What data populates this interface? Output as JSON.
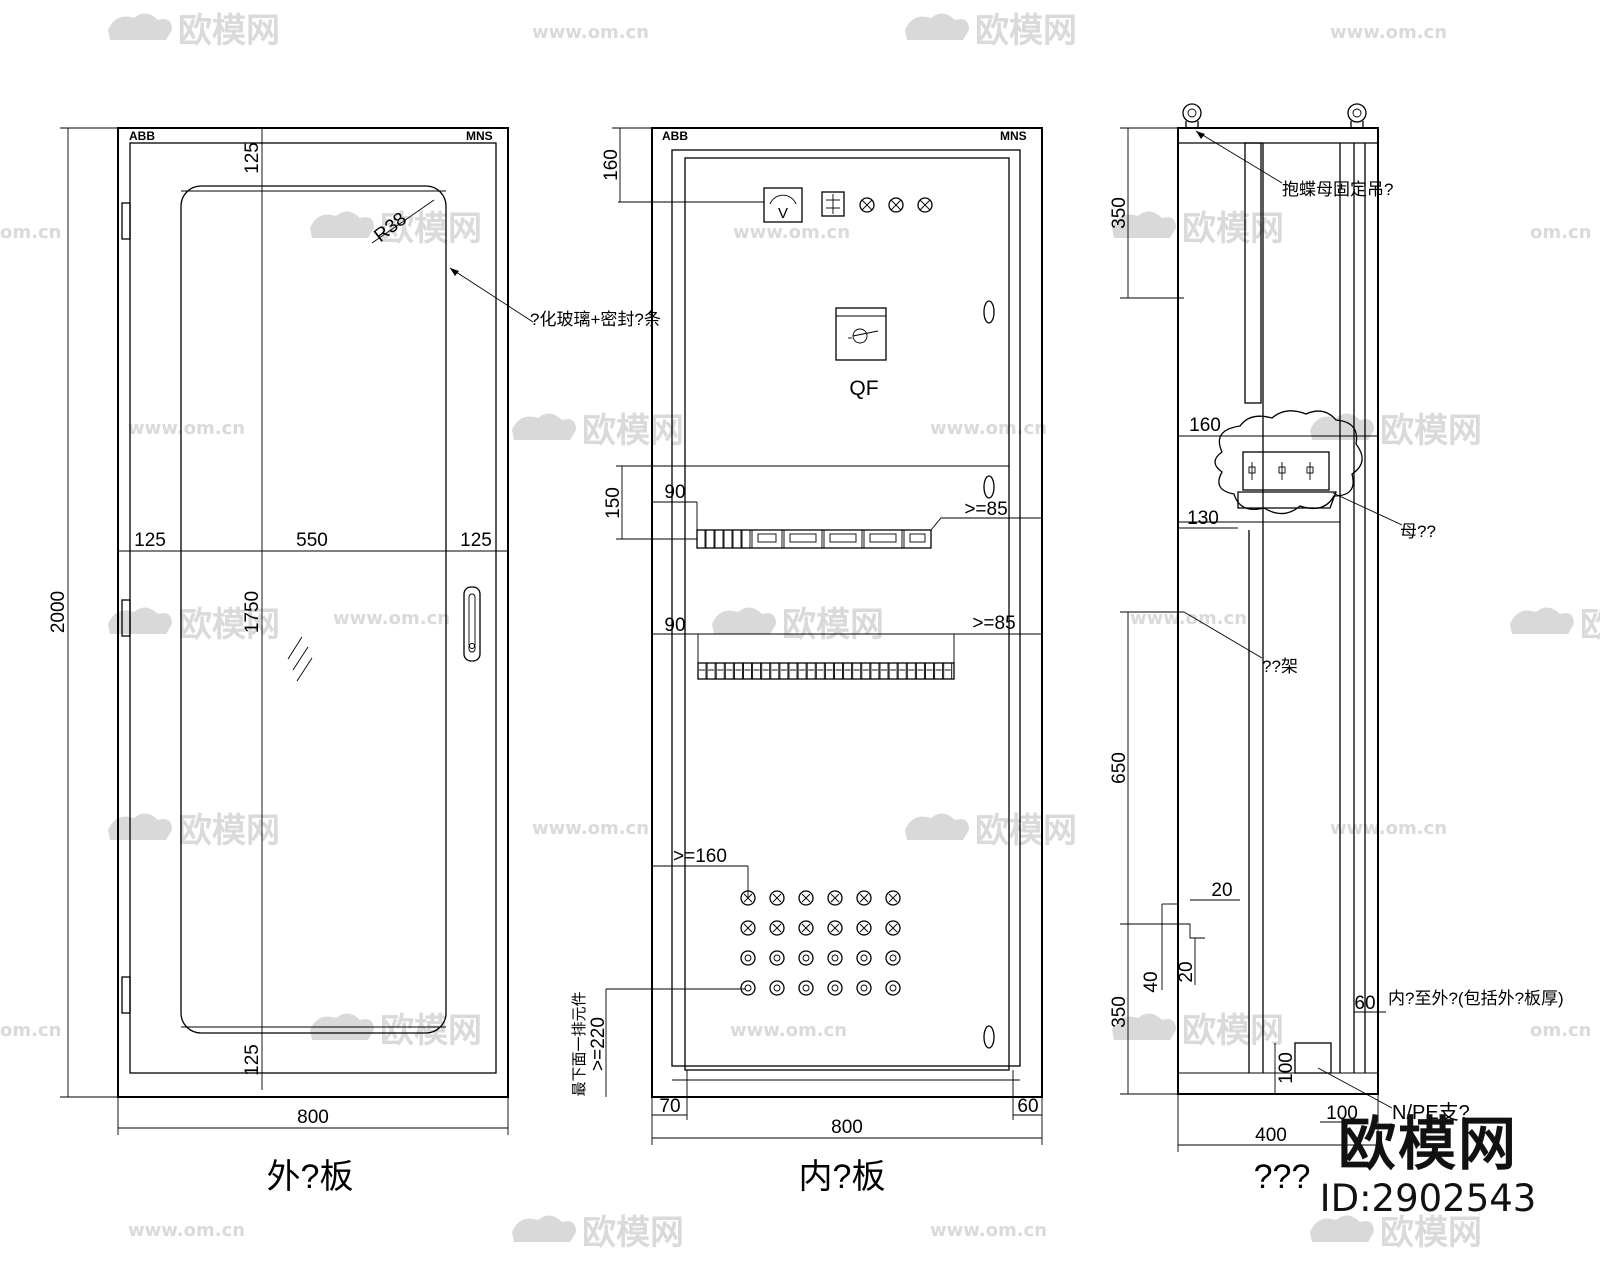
{
  "watermark": {
    "brand": "欧模网",
    "url": "www.om.cn",
    "url_fragment": "om.cn"
  },
  "corner_logo": {
    "name": "欧模网",
    "id": "ID:2902543"
  },
  "front_view": {
    "title": "外?板",
    "brand_left": "ABB",
    "brand_right": "MNS",
    "dim_height_total": "2000",
    "dim_top": "125",
    "dim_glass_height": "1750",
    "dim_bottom": "125",
    "dim_left": "125",
    "dim_glass_width": "550",
    "dim_right": "125",
    "dim_width_total": "800",
    "radius": "R38",
    "glass_callout": "?化玻璃+密封?条"
  },
  "inner_view": {
    "title": "内?板",
    "brand_left": "ABB",
    "brand_right": "MNS",
    "dim_top": "160",
    "dim_row1_height": "150",
    "dim_row1_offset": "90",
    "dim_row1_clear": ">=85",
    "dim_row2_offset": "90",
    "dim_row2_clear": ">=85",
    "dim_terminals": ">=160",
    "dim_bottom_label": "最下面一排元件",
    "dim_bottom_value": ">=220",
    "dim_left_margin": "70",
    "dim_right_margin": "60",
    "dim_width_total": "800",
    "meter_symbol": "V",
    "switch_label": "QF"
  },
  "side_view": {
    "title": "???",
    "dim_top": "350",
    "dim_busbar_depth": "160",
    "dim_busbar_offset": "130",
    "dim_middle": "650",
    "dim_gap_a": "20",
    "dim_gap_b": "20",
    "dim_gap_c": "40",
    "dim_bottom": "350",
    "dim_depth_inner": "60",
    "dim_npe_h": "100",
    "dim_npe_w": "100",
    "dim_depth_total": "400",
    "callout_busbar_clamp": "抱蝶母固定吊?",
    "callout_busbar": "母??",
    "callout_frame": "??架",
    "callout_inner_outer": "内?至外?(包括外?板厚)",
    "callout_npe": "N/PE支?"
  }
}
